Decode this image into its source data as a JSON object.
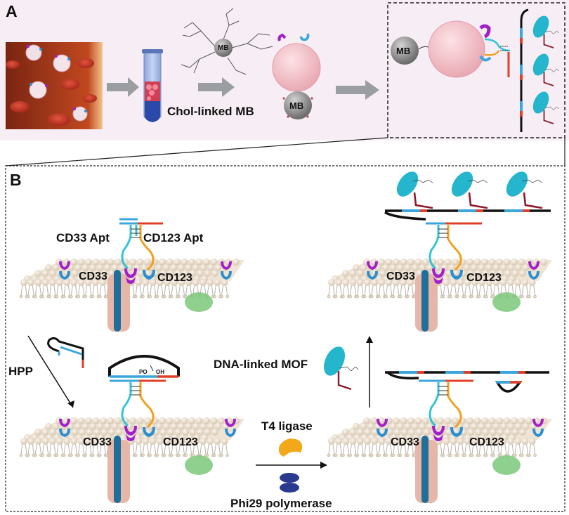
{
  "panel_a": {
    "letter": "A",
    "mb_label": "MB",
    "chol_label": "Chol-linked MB"
  },
  "panel_b": {
    "letter": "B",
    "cd33_apt": "CD33 Apt",
    "cd123_apt": "CD123 Apt",
    "cd33": "CD33",
    "cd123": "CD123",
    "hpp": "HPP",
    "po": "PO",
    "oh": "OH",
    "dna_mof": "DNA-linked MOF",
    "t4_ligase": "T4 ligase",
    "phi29": "Phi29 polymerase"
  },
  "colors": {
    "panel_a_bg": "#f6eef4",
    "arrow_gray": "#9a9ea3",
    "cd33_magenta": "#a21fc9",
    "cd123_blue": "#2a8fd0",
    "aptamer_cyan": "#33c4d8",
    "aptamer_orange": "#f0a020",
    "dna_red": "#e0402a",
    "dna_blue": "#3aa6dc",
    "mof_teal": "#25b5cc",
    "lipid_head": "#e9ddca",
    "channel_pink": "#e6b7a8",
    "channel_blue": "#1f6f9a",
    "green_protein": "#7dc87a",
    "mb_gray": "#8a8a8a",
    "cell_pink": "#f2b8c2"
  }
}
